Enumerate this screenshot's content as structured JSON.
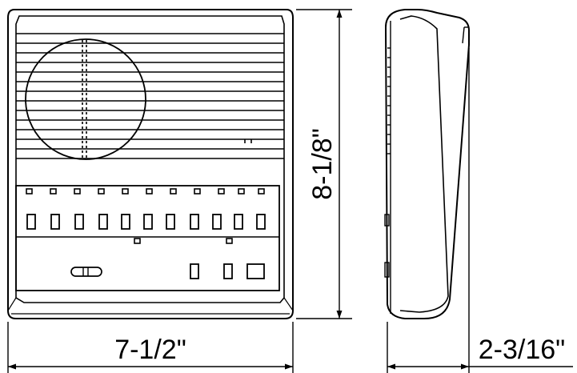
{
  "dimensions": {
    "width": "7-1/2\"",
    "height": "8-1/8\"",
    "depth": "2-3/16\""
  },
  "colors": {
    "line": "#000000",
    "background": "#ffffff"
  },
  "icons": {
    "arrow": "arrowhead-icon"
  }
}
